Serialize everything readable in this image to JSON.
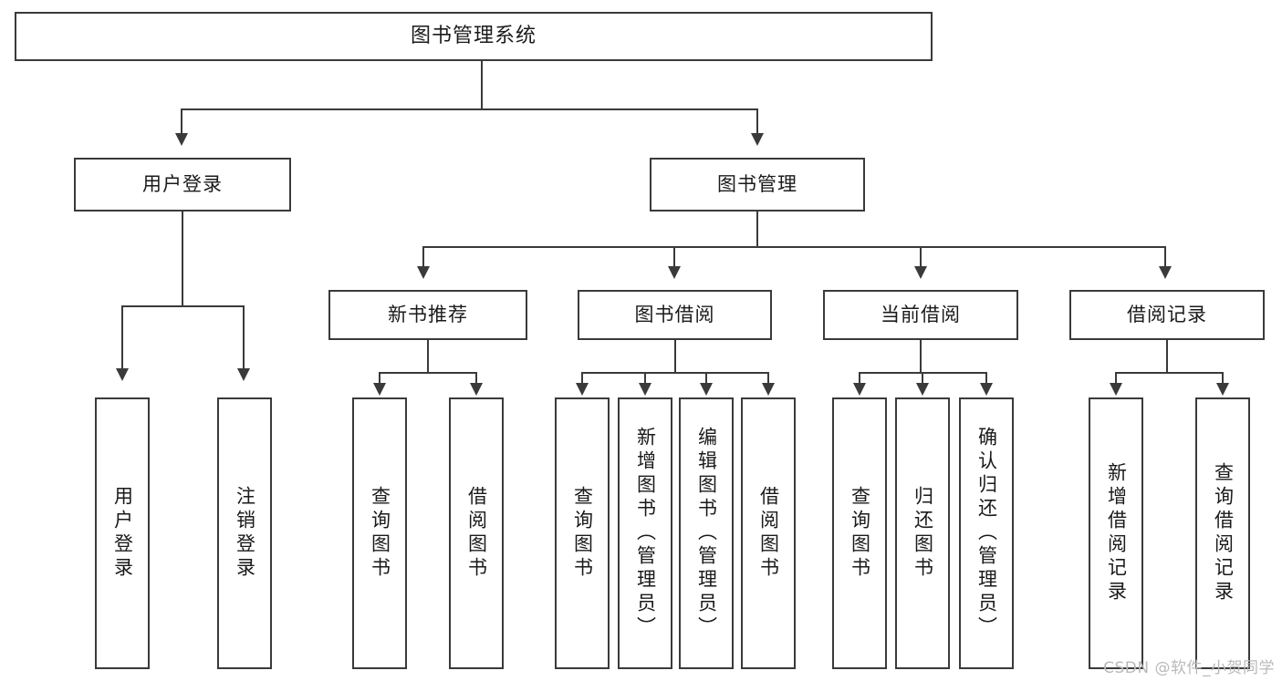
{
  "diagram": {
    "title": "图书管理系统",
    "watermark": "CSDN @软件_小贺同学",
    "colors": {
      "stroke": "#3a3a3a",
      "fill": "#ffffff",
      "text": "#1a1a1a",
      "watermark": "#b9b9b9"
    },
    "root": {
      "label": "图书管理系统"
    },
    "level2": [
      {
        "label": "用户登录"
      },
      {
        "label": "图书管理"
      }
    ],
    "level3": [
      {
        "label": "新书推荐"
      },
      {
        "label": "图书借阅"
      },
      {
        "label": "当前借阅"
      },
      {
        "label": "借阅记录"
      }
    ],
    "leaves": {
      "user_login": [
        {
          "label": "用户登录"
        },
        {
          "label": "注销登录"
        }
      ],
      "new_book": [
        {
          "label": "查询图书"
        },
        {
          "label": "借阅图书"
        }
      ],
      "book_borrow": [
        {
          "label": "查询图书"
        },
        {
          "label": "新增图书（管理员）"
        },
        {
          "label": "编辑图书（管理员）"
        },
        {
          "label": "借阅图书"
        }
      ],
      "current_borrow": [
        {
          "label": "查询图书"
        },
        {
          "label": "归还图书"
        },
        {
          "label": "确认归还（管理员）"
        }
      ],
      "borrow_record": [
        {
          "label": "新增借阅记录"
        },
        {
          "label": "查询借阅记录"
        }
      ]
    }
  },
  "chart_data": {
    "type": "table",
    "title": "图书管理系统 功能结构图",
    "nodes": [
      {
        "id": "root",
        "label": "图书管理系统",
        "level": 0,
        "parent": null
      },
      {
        "id": "n1",
        "label": "用户登录",
        "level": 1,
        "parent": "root"
      },
      {
        "id": "n2",
        "label": "图书管理",
        "level": 1,
        "parent": "root"
      },
      {
        "id": "n1a",
        "label": "用户登录",
        "level": 2,
        "parent": "n1"
      },
      {
        "id": "n1b",
        "label": "注销登录",
        "level": 2,
        "parent": "n1"
      },
      {
        "id": "n2a",
        "label": "新书推荐",
        "level": 2,
        "parent": "n2"
      },
      {
        "id": "n2b",
        "label": "图书借阅",
        "level": 2,
        "parent": "n2"
      },
      {
        "id": "n2c",
        "label": "当前借阅",
        "level": 2,
        "parent": "n2"
      },
      {
        "id": "n2d",
        "label": "借阅记录",
        "level": 2,
        "parent": "n2"
      },
      {
        "id": "n2a1",
        "label": "查询图书",
        "level": 3,
        "parent": "n2a"
      },
      {
        "id": "n2a2",
        "label": "借阅图书",
        "level": 3,
        "parent": "n2a"
      },
      {
        "id": "n2b1",
        "label": "查询图书",
        "level": 3,
        "parent": "n2b"
      },
      {
        "id": "n2b2",
        "label": "新增图书（管理员）",
        "level": 3,
        "parent": "n2b"
      },
      {
        "id": "n2b3",
        "label": "编辑图书（管理员）",
        "level": 3,
        "parent": "n2b"
      },
      {
        "id": "n2b4",
        "label": "借阅图书",
        "level": 3,
        "parent": "n2b"
      },
      {
        "id": "n2c1",
        "label": "查询图书",
        "level": 3,
        "parent": "n2c"
      },
      {
        "id": "n2c2",
        "label": "归还图书",
        "level": 3,
        "parent": "n2c"
      },
      {
        "id": "n2c3",
        "label": "确认归还（管理员）",
        "level": 3,
        "parent": "n2c"
      },
      {
        "id": "n2d1",
        "label": "新增借阅记录",
        "level": 3,
        "parent": "n2d"
      },
      {
        "id": "n2d2",
        "label": "查询借阅记录",
        "level": 3,
        "parent": "n2d"
      }
    ]
  }
}
